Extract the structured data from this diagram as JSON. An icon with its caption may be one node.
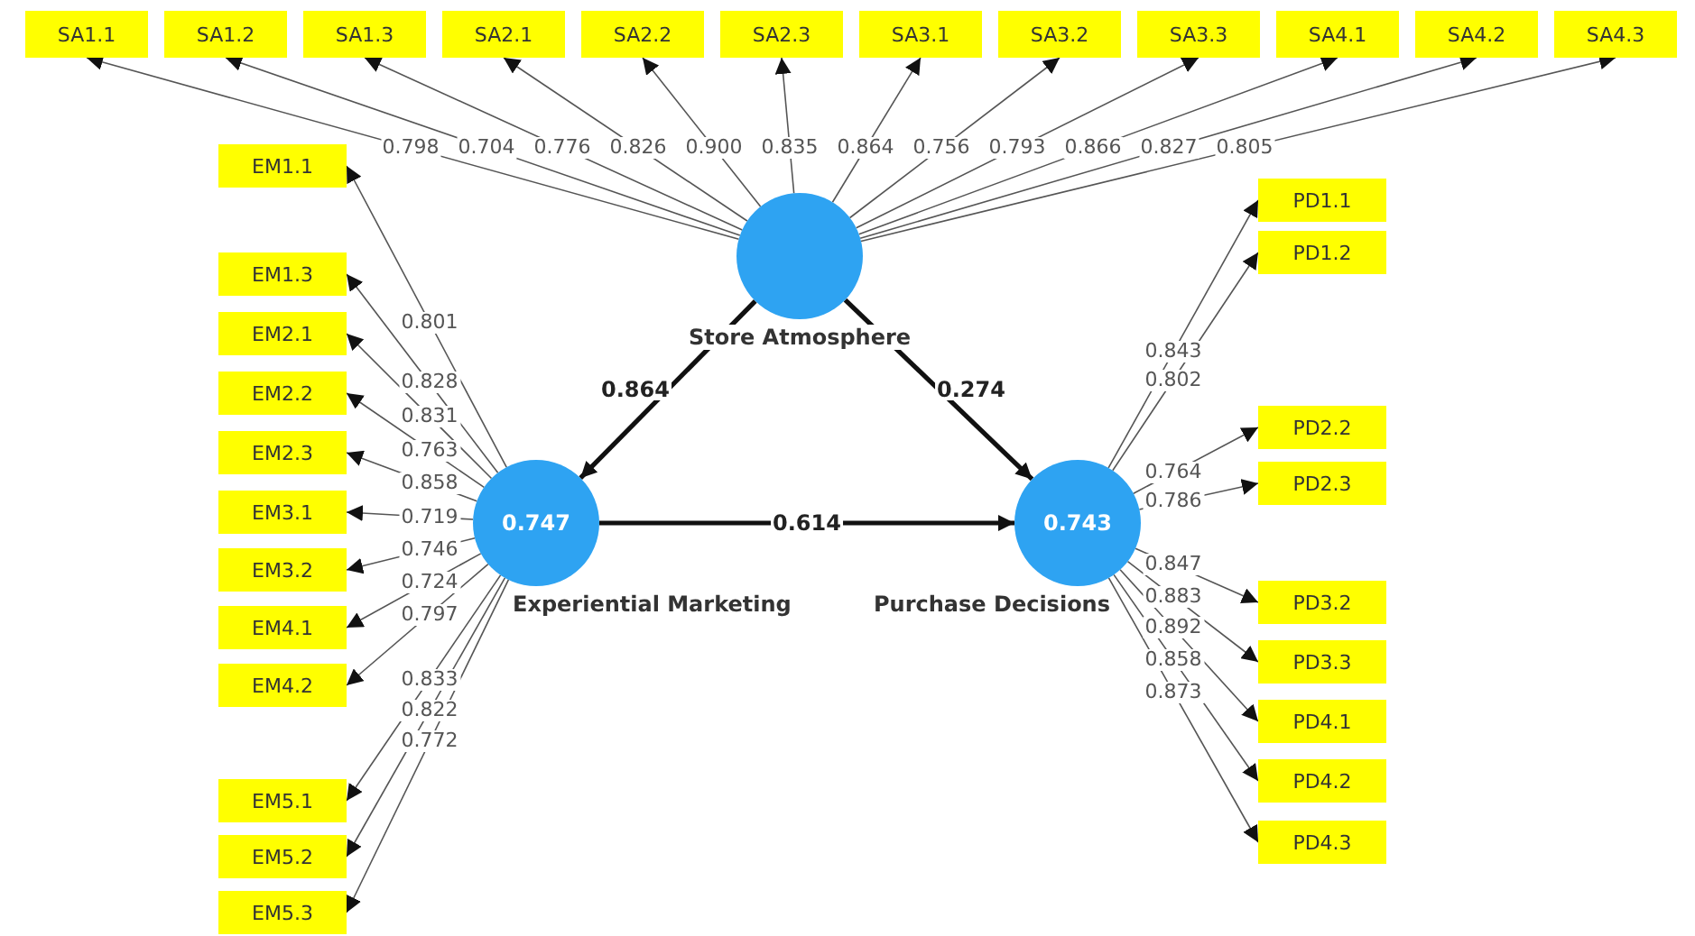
{
  "diagram": {
    "nodes": [
      {
        "text": [
          "SA1.1"
        ]
      },
      {
        "text": [
          "SA1.2"
        ]
      },
      {
        "text": [
          "SA1.3"
        ]
      },
      {
        "text": [
          "SA2.1"
        ]
      },
      {
        "text": [
          "SA2.2"
        ]
      },
      {
        "text": [
          "SA2.3"
        ]
      },
      {
        "text": [
          "SA3.1"
        ]
      },
      {
        "text": [
          "SA3.2"
        ]
      },
      {
        "text": [
          "SA3.3"
        ]
      },
      {
        "text": [
          "SA4.1"
        ]
      },
      {
        "text": [
          "SA4.2"
        ]
      },
      {
        "text": [
          "SA4.3"
        ]
      },
      {
        "text": [
          "Store Atmosphere"
        ]
      },
      {
        "text": [
          "0.747",
          "Experiential Marketing"
        ]
      },
      {
        "text": [
          "0.743",
          "Purchase Decisions"
        ]
      },
      {
        "text": [
          "EM1.1"
        ]
      },
      {
        "text": [
          "EM1.3"
        ]
      },
      {
        "text": [
          "EM2.1"
        ]
      },
      {
        "text": [
          "EM2.2"
        ]
      },
      {
        "text": [
          "EM2.3"
        ]
      },
      {
        "text": [
          "EM3.1"
        ]
      },
      {
        "text": [
          "EM3.2"
        ]
      },
      {
        "text": [
          "EM4.1"
        ]
      },
      {
        "text": [
          "EM4.2"
        ]
      },
      {
        "text": [
          "EM5.1"
        ]
      },
      {
        "text": [
          "EM5.2"
        ]
      },
      {
        "text": [
          "EM5.3"
        ]
      },
      {
        "text": [
          "PD1.1"
        ]
      },
      {
        "text": [
          "PD1.2"
        ]
      },
      {
        "text": [
          "PD2.2"
        ]
      },
      {
        "text": [
          "PD2.3"
        ]
      },
      {
        "text": [
          "PD3.2"
        ]
      },
      {
        "text": [
          "PD3.3"
        ]
      },
      {
        "text": [
          "PD4.1"
        ]
      },
      {
        "text": [
          "PD4.2"
        ]
      },
      {
        "text": [
          "PD4.3"
        ]
      }
    ],
    "edges": [
      {
        "from": 12,
        "to": 0,
        "arrow": "to",
        "label": "0.798"
      },
      {
        "from": 12,
        "to": 1,
        "arrow": "to",
        "label": "0.704"
      },
      {
        "from": 12,
        "to": 2,
        "arrow": "to",
        "label": "0.776"
      },
      {
        "from": 12,
        "to": 3,
        "arrow": "to",
        "label": "0.826"
      },
      {
        "from": 12,
        "to": 4,
        "arrow": "to",
        "label": "0.900"
      },
      {
        "from": 12,
        "to": 5,
        "arrow": "to",
        "label": "0.835"
      },
      {
        "from": 12,
        "to": 6,
        "arrow": "to",
        "label": "0.864"
      },
      {
        "from": 12,
        "to": 7,
        "arrow": "to",
        "label": "0.756"
      },
      {
        "from": 12,
        "to": 8,
        "arrow": "to",
        "label": "0.793"
      },
      {
        "from": 12,
        "to": 9,
        "arrow": "to",
        "label": "0.866"
      },
      {
        "from": 12,
        "to": 10,
        "arrow": "to",
        "label": "0.827"
      },
      {
        "from": 12,
        "to": 11,
        "arrow": "to",
        "label": "0.805"
      },
      {
        "from": 12,
        "to": 13,
        "arrow": "to",
        "label": "0.864",
        "style": "thick"
      },
      {
        "from": 12,
        "to": 14,
        "arrow": "to",
        "label": "0.274",
        "style": "thick"
      },
      {
        "from": 13,
        "to": 14,
        "arrow": "to",
        "label": "0.614",
        "style": "thick"
      },
      {
        "from": 13,
        "to": 15,
        "arrow": "to",
        "label": "0.801"
      },
      {
        "from": 13,
        "to": 16,
        "arrow": "to",
        "label": "0.828"
      },
      {
        "from": 13,
        "to": 17,
        "arrow": "to",
        "label": "0.831"
      },
      {
        "from": 13,
        "to": 18,
        "arrow": "to",
        "label": "0.763"
      },
      {
        "from": 13,
        "to": 19,
        "arrow": "to",
        "label": "0.858"
      },
      {
        "from": 13,
        "to": 20,
        "arrow": "to",
        "label": "0.719"
      },
      {
        "from": 13,
        "to": 21,
        "arrow": "to",
        "label": "0.746"
      },
      {
        "from": 13,
        "to": 22,
        "arrow": "to",
        "label": "0.724"
      },
      {
        "from": 13,
        "to": 23,
        "arrow": "to",
        "label": "0.797"
      },
      {
        "from": 13,
        "to": 24,
        "arrow": "to",
        "label": "0.833"
      },
      {
        "from": 13,
        "to": 25,
        "arrow": "to",
        "label": "0.822"
      },
      {
        "from": 13,
        "to": 26,
        "arrow": "to",
        "label": "0.772"
      },
      {
        "from": 14,
        "to": 27,
        "arrow": "to",
        "label": "0.843"
      },
      {
        "from": 14,
        "to": 28,
        "arrow": "to",
        "label": "0.802"
      },
      {
        "from": 14,
        "to": 29,
        "arrow": "to",
        "label": "0.764"
      },
      {
        "from": 14,
        "to": 30,
        "arrow": "to",
        "label": "0.786"
      },
      {
        "from": 14,
        "to": 31,
        "arrow": "to",
        "label": "0.847"
      },
      {
        "from": 14,
        "to": 32,
        "arrow": "to",
        "label": "0.883"
      },
      {
        "from": 14,
        "to": 33,
        "arrow": "to",
        "label": "0.892"
      },
      {
        "from": 14,
        "to": 34,
        "arrow": "to",
        "label": "0.858"
      },
      {
        "from": 14,
        "to": 35,
        "arrow": "to",
        "label": "0.873"
      }
    ]
  }
}
